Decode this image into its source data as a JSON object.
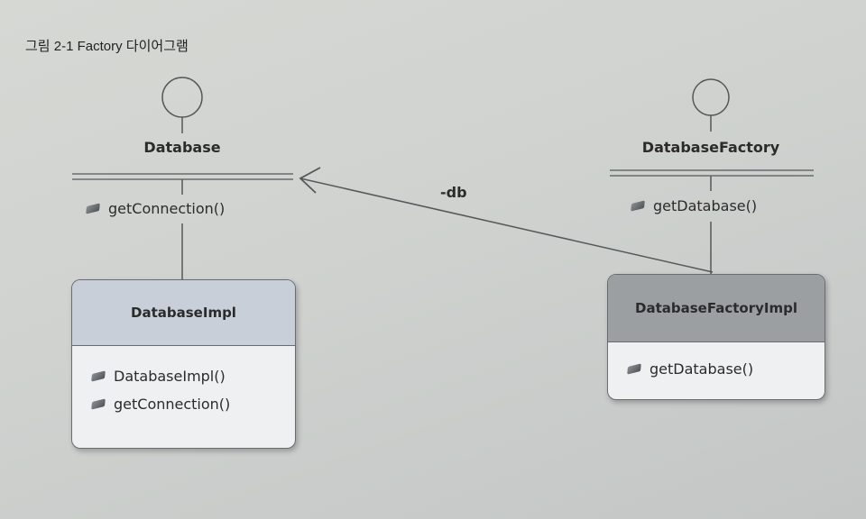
{
  "caption": "그림 2-1 Factory 다이어그램",
  "interfaces": [
    {
      "id": "database",
      "name": "Database",
      "operations": [
        "getConnection()"
      ]
    },
    {
      "id": "database_factory",
      "name": "DatabaseFactory",
      "operations": [
        "getDatabase()"
      ]
    }
  ],
  "classes": [
    {
      "id": "database_impl",
      "name": "DatabaseImpl",
      "operations": [
        "DatabaseImpl()",
        "getConnection()"
      ]
    },
    {
      "id": "database_factory_impl",
      "name": "DatabaseFactoryImpl",
      "operations": [
        "getDatabase()"
      ]
    }
  ],
  "association": {
    "label": "-db"
  },
  "colors": {
    "class_header_left": "#c9cfd9",
    "class_header_right": "#9c9fa1",
    "line": "#55585b"
  }
}
